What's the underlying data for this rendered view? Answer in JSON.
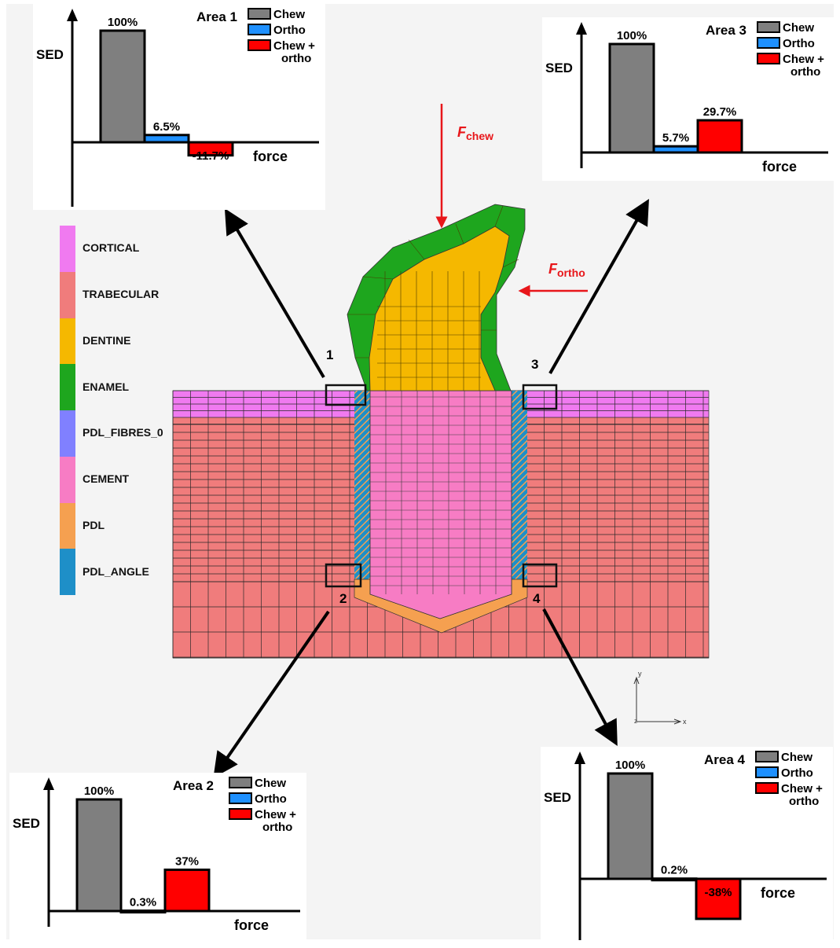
{
  "colors": {
    "chew": "#7f7f7f",
    "ortho": "#1e90ff",
    "chew_ortho": "#ff0000",
    "cortical": "#f07af0",
    "trabecular": "#f07c7c",
    "dentine": "#f5b800",
    "enamel": "#1ea61e",
    "pdl_fibres_0": "#8080ff",
    "cement": "#f77cc4",
    "pdl": "#f5a050",
    "pdl_angle": "#1e8fc8",
    "arrow_force": "#e8161a"
  },
  "materials_legend": [
    {
      "label": "CORTICAL",
      "color": "#f07af0"
    },
    {
      "label": "TRABECULAR",
      "color": "#f07c7c"
    },
    {
      "label": "DENTINE",
      "color": "#f5b800"
    },
    {
      "label": "ENAMEL",
      "color": "#1ea61e"
    },
    {
      "label": "PDL_FIBRES_0",
      "color": "#8080ff"
    },
    {
      "label": "CEMENT",
      "color": "#f77cc4"
    },
    {
      "label": "PDL",
      "color": "#f5a050"
    },
    {
      "label": "PDL_ANGLE",
      "color": "#1e8fc8"
    }
  ],
  "forces": {
    "chew": {
      "symbol": "F",
      "subscript": "chew"
    },
    "ortho": {
      "symbol": "F",
      "subscript": "ortho"
    }
  },
  "region_numbers": [
    "1",
    "2",
    "3",
    "4"
  ],
  "axis_glyphs": {
    "y": "y",
    "x": "x",
    "z": "z"
  },
  "chart_data": [
    {
      "type": "bar",
      "title": "Area 1",
      "ylabel": "SED",
      "xlabel": "force",
      "categories": [
        "Chew",
        "Ortho",
        "Chew + ortho"
      ],
      "values": [
        100,
        6.5,
        -11.7
      ],
      "labels": [
        "100%",
        "6.5%",
        "-11.7%"
      ],
      "legend": [
        "Chew",
        "Ortho",
        "Chew + ortho"
      ],
      "legend_position": "top-right"
    },
    {
      "type": "bar",
      "title": "Area 2",
      "ylabel": "SED",
      "xlabel": "force",
      "categories": [
        "Chew",
        "Ortho",
        "Chew + ortho"
      ],
      "values": [
        100,
        0.3,
        37
      ],
      "labels": [
        "100%",
        "0.3%",
        "37%"
      ],
      "legend": [
        "Chew",
        "Ortho",
        "Chew + ortho"
      ],
      "legend_position": "top-right"
    },
    {
      "type": "bar",
      "title": "Area 3",
      "ylabel": "SED",
      "xlabel": "force",
      "categories": [
        "Chew",
        "Ortho",
        "Chew + ortho"
      ],
      "values": [
        100,
        5.7,
        29.7
      ],
      "labels": [
        "100%",
        "5.7%",
        "29.7%"
      ],
      "legend": [
        "Chew",
        "Ortho",
        "Chew + ortho"
      ],
      "legend_position": "top-right"
    },
    {
      "type": "bar",
      "title": "Area 4",
      "ylabel": "SED",
      "xlabel": "force",
      "categories": [
        "Chew",
        "Ortho",
        "Chew + ortho"
      ],
      "values": [
        100,
        0.2,
        -38
      ],
      "labels": [
        "100%",
        "0.2%",
        "-38%"
      ],
      "legend": [
        "Chew",
        "Ortho",
        "Chew + ortho"
      ],
      "legend_position": "top-right"
    }
  ]
}
